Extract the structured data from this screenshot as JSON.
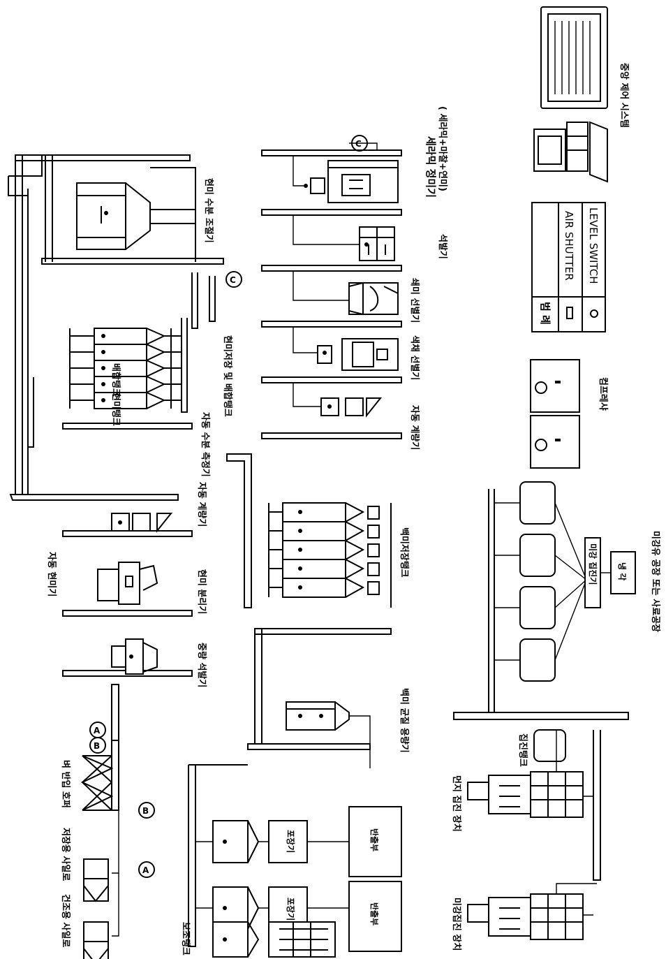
{
  "labels": {
    "dry_silo": "건조용 사일로",
    "storage_silo": "저장용 사일로",
    "paddy_hopper": "벼 반입 호퍼",
    "stone_remover": "중량 석발기",
    "husker": "자동 현미기",
    "brown_separator": "현미 분리기",
    "auto_weigher_1": "자동 계량기",
    "moisture_meter": "자동 수분 측정기",
    "brown_rice_tank": "현미저장 및 배합탱크",
    "tank_brown": "현미탱크",
    "tank_mixing": "배합탱크",
    "moisture_conditioner": "현미 수분 조절기",
    "auto_weigher_2": "자동 계량기",
    "color_sorter": "색채 선별기",
    "rice_sorter": "쇄미 선별기",
    "stone_remover_2": "석발기",
    "polisher": "세라믹 정미기",
    "polisher_sub": "( 세라믹+마찰+연미)",
    "white_rice_tank": "백미저장탱크",
    "white_rice_grader": "백미 균질 용량기",
    "aux_tank": "보조탱크",
    "packer_1": "포장기",
    "packer_2": "포장기",
    "shipping_1": "반출부",
    "shipping_2": "반출부",
    "chaff_collector": "미강집진 장치",
    "dust_collector": "먼지 집진 장치",
    "dust_tank": "집진탱크",
    "bran_collector": "미강 집진기",
    "bran_box": "냉 각",
    "bran_use": "미강유 공장 또는 사료공장",
    "control_room": "컴프레샤",
    "control_system": "중앙 제어 시스템",
    "marker_a": "A",
    "marker_b": "B",
    "marker_c": "C"
  },
  "legend": {
    "title": "범 례",
    "rows": [
      {
        "symbol": "air-shutter-symbol",
        "text": "AIR SHUTTER"
      },
      {
        "symbol": "level-switch-symbol",
        "text": "LEVEL SWITCH"
      }
    ]
  }
}
